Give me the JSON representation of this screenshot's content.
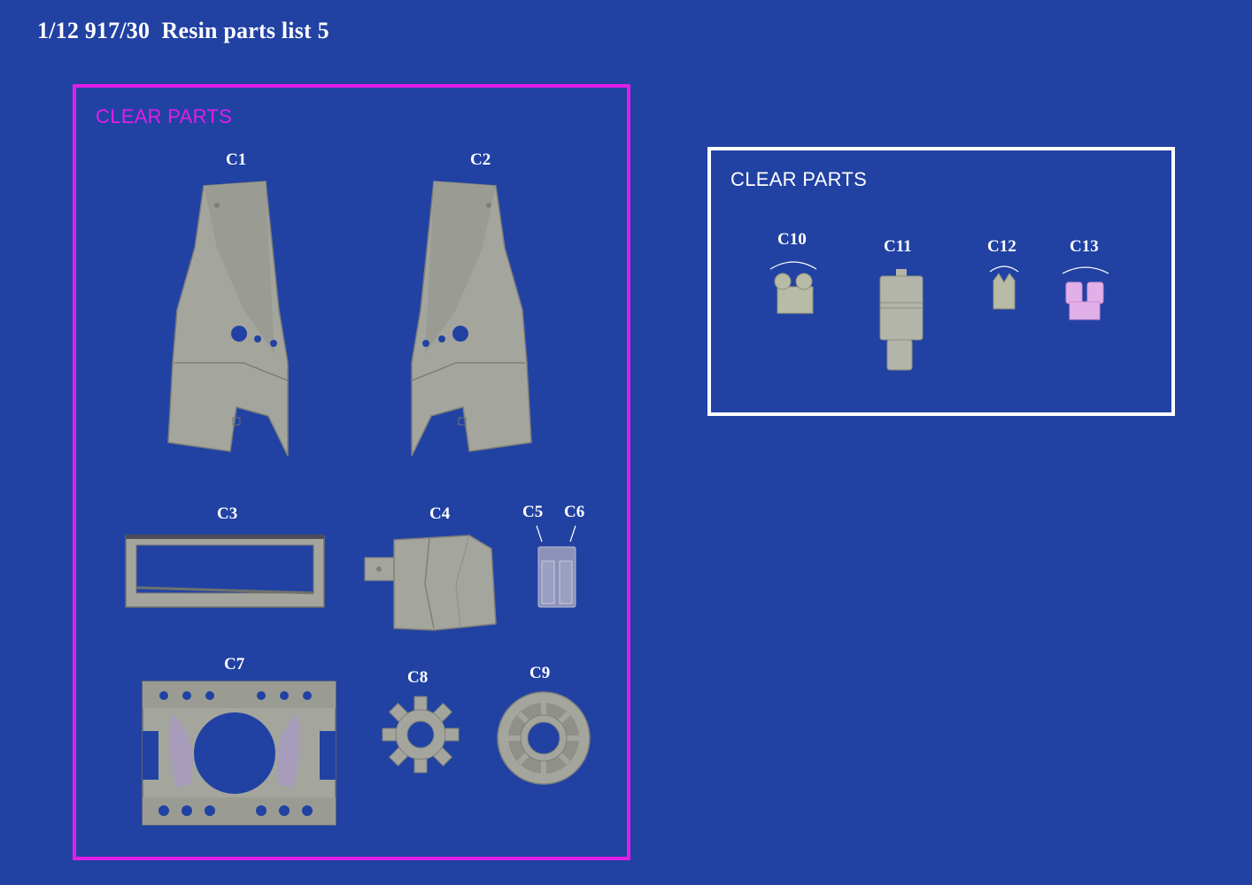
{
  "title": "1/12 917/30  Resin parts list 5",
  "colors": {
    "background": "#2142a3",
    "left_panel_border": "#e21ee6",
    "right_panel_border": "#ffffff",
    "part_grey": "#a4a69e",
    "part_dark": "#6f716c",
    "clear_part_tint": "#a79bc0",
    "pink_part": "#e2b0e8",
    "green_part": "#b8bba5"
  },
  "left_panel": {
    "heading": "CLEAR PARTS",
    "parts": [
      {
        "id": "C1",
        "label": "C1"
      },
      {
        "id": "C2",
        "label": "C2"
      },
      {
        "id": "C3",
        "label": "C3"
      },
      {
        "id": "C4",
        "label": "C4"
      },
      {
        "id": "C5",
        "label": "C5"
      },
      {
        "id": "C6",
        "label": "C6"
      },
      {
        "id": "C7",
        "label": "C7"
      },
      {
        "id": "C8",
        "label": "C8"
      },
      {
        "id": "C9",
        "label": "C9"
      }
    ]
  },
  "right_panel": {
    "heading": "CLEAR PARTS",
    "parts": [
      {
        "id": "C10",
        "label": "C10"
      },
      {
        "id": "C11",
        "label": "C11"
      },
      {
        "id": "C12",
        "label": "C12"
      },
      {
        "id": "C13",
        "label": "C13"
      }
    ]
  }
}
